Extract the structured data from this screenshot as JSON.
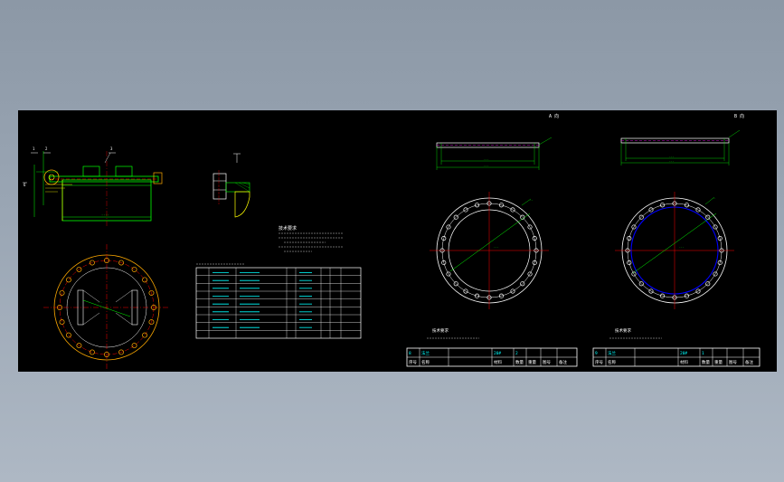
{
  "sheets": {
    "view_a_label": "A 向",
    "view_b_label": "B 向"
  },
  "title_blocks": {
    "left": {
      "row1": [
        "8",
        "法兰",
        "",
        "20#",
        "2",
        "",
        "",
        "",
        ""
      ],
      "row2": [
        "序号",
        "名称",
        "",
        "材料",
        "数量",
        "重量",
        "图号",
        "备注",
        ""
      ]
    },
    "right": {
      "row1": [
        "9",
        "法兰",
        "",
        "20#",
        "1",
        "",
        "",
        "",
        ""
      ],
      "row2": [
        "序号",
        "名称",
        "",
        "材料",
        "数量",
        "重量",
        "图号",
        "备注",
        ""
      ]
    }
  },
  "notes": {
    "title": "技术要求",
    "left_title": "技术要求",
    "right_title": "技术要求"
  },
  "colors": {
    "yellow": "#ffff00",
    "green": "#00ff00",
    "cyan": "#00ffff",
    "red": "#ff0000",
    "white": "#ffffff",
    "magenta": "#ff00ff",
    "blue": "#0000ff",
    "orange": "#ffaa00"
  }
}
